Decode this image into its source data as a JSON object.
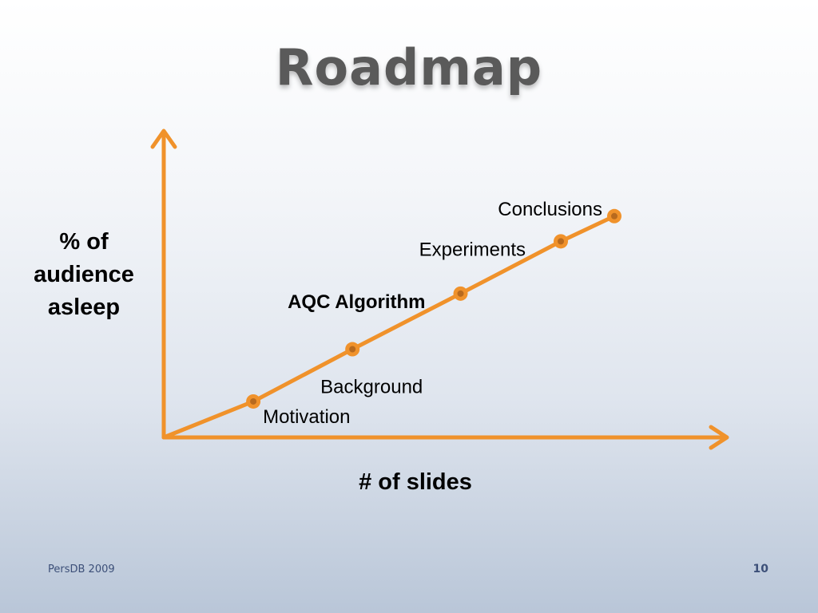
{
  "slide": {
    "title": "Roadmap",
    "footer_left": "PersDB 2009",
    "page_number": "10"
  },
  "colors": {
    "accent": "#f0922b",
    "marker_center": "#b86a1e",
    "title": "#5a5a5a",
    "footer": "#3c4f78"
  },
  "chart_data": {
    "type": "line",
    "xlabel": "# of slides",
    "ylabel_lines": [
      "% of",
      "audience",
      "asleep"
    ],
    "axis_ticks": false,
    "grid": false,
    "xlim": [
      0,
      10
    ],
    "ylim": [
      0,
      10
    ],
    "origin": [
      0,
      0
    ],
    "series": [
      {
        "points": [
          {
            "x": 1.59,
            "y": 1.17,
            "label": "Motivation",
            "bold": false,
            "label_pos": "below-right"
          },
          {
            "x": 3.35,
            "y": 2.87,
            "label": "Background",
            "bold": false,
            "label_pos": "below"
          },
          {
            "x": 5.27,
            "y": 4.68,
            "label": "AQC Algorithm",
            "bold": true,
            "label_pos": "left"
          },
          {
            "x": 7.05,
            "y": 6.38,
            "label": "Experiments",
            "bold": false,
            "label_pos": "left"
          },
          {
            "x": 8.0,
            "y": 7.2,
            "label": "Conclusions",
            "bold": false,
            "label_pos": "above-left"
          }
        ]
      }
    ]
  }
}
